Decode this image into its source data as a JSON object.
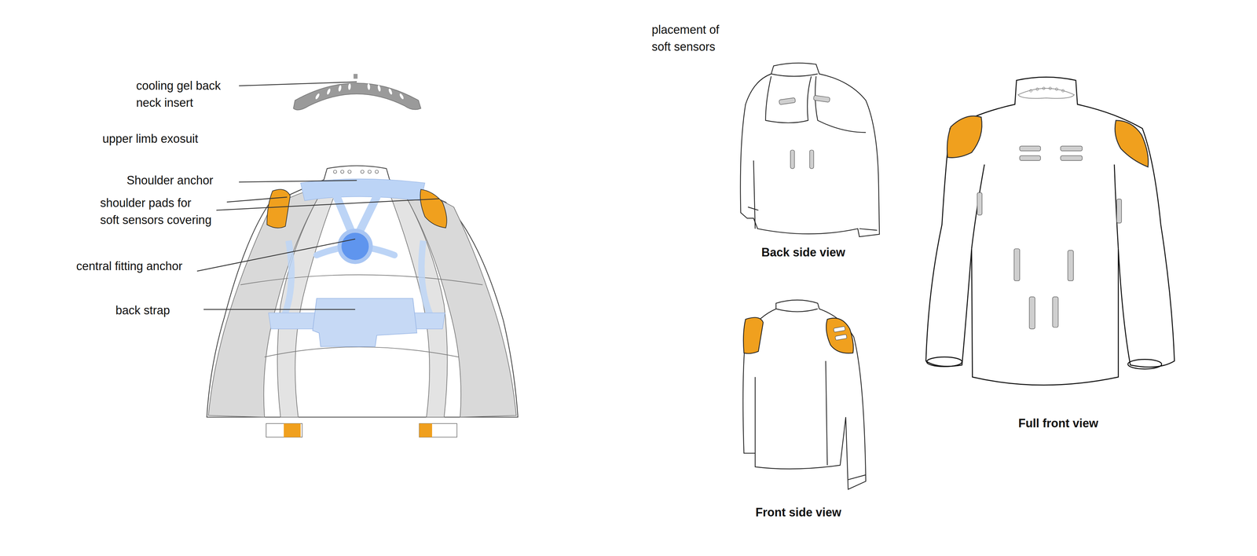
{
  "diagram": {
    "labels": [
      "cooling gel back neck insert",
      "upper limb exosuit",
      "Shoulder anchor",
      "shoulder pads for soft sensors covering",
      "central fitting anchor",
      "back strap",
      "placement of soft sensors",
      "Back side view",
      "Front side view",
      "Full front view"
    ]
  }
}
